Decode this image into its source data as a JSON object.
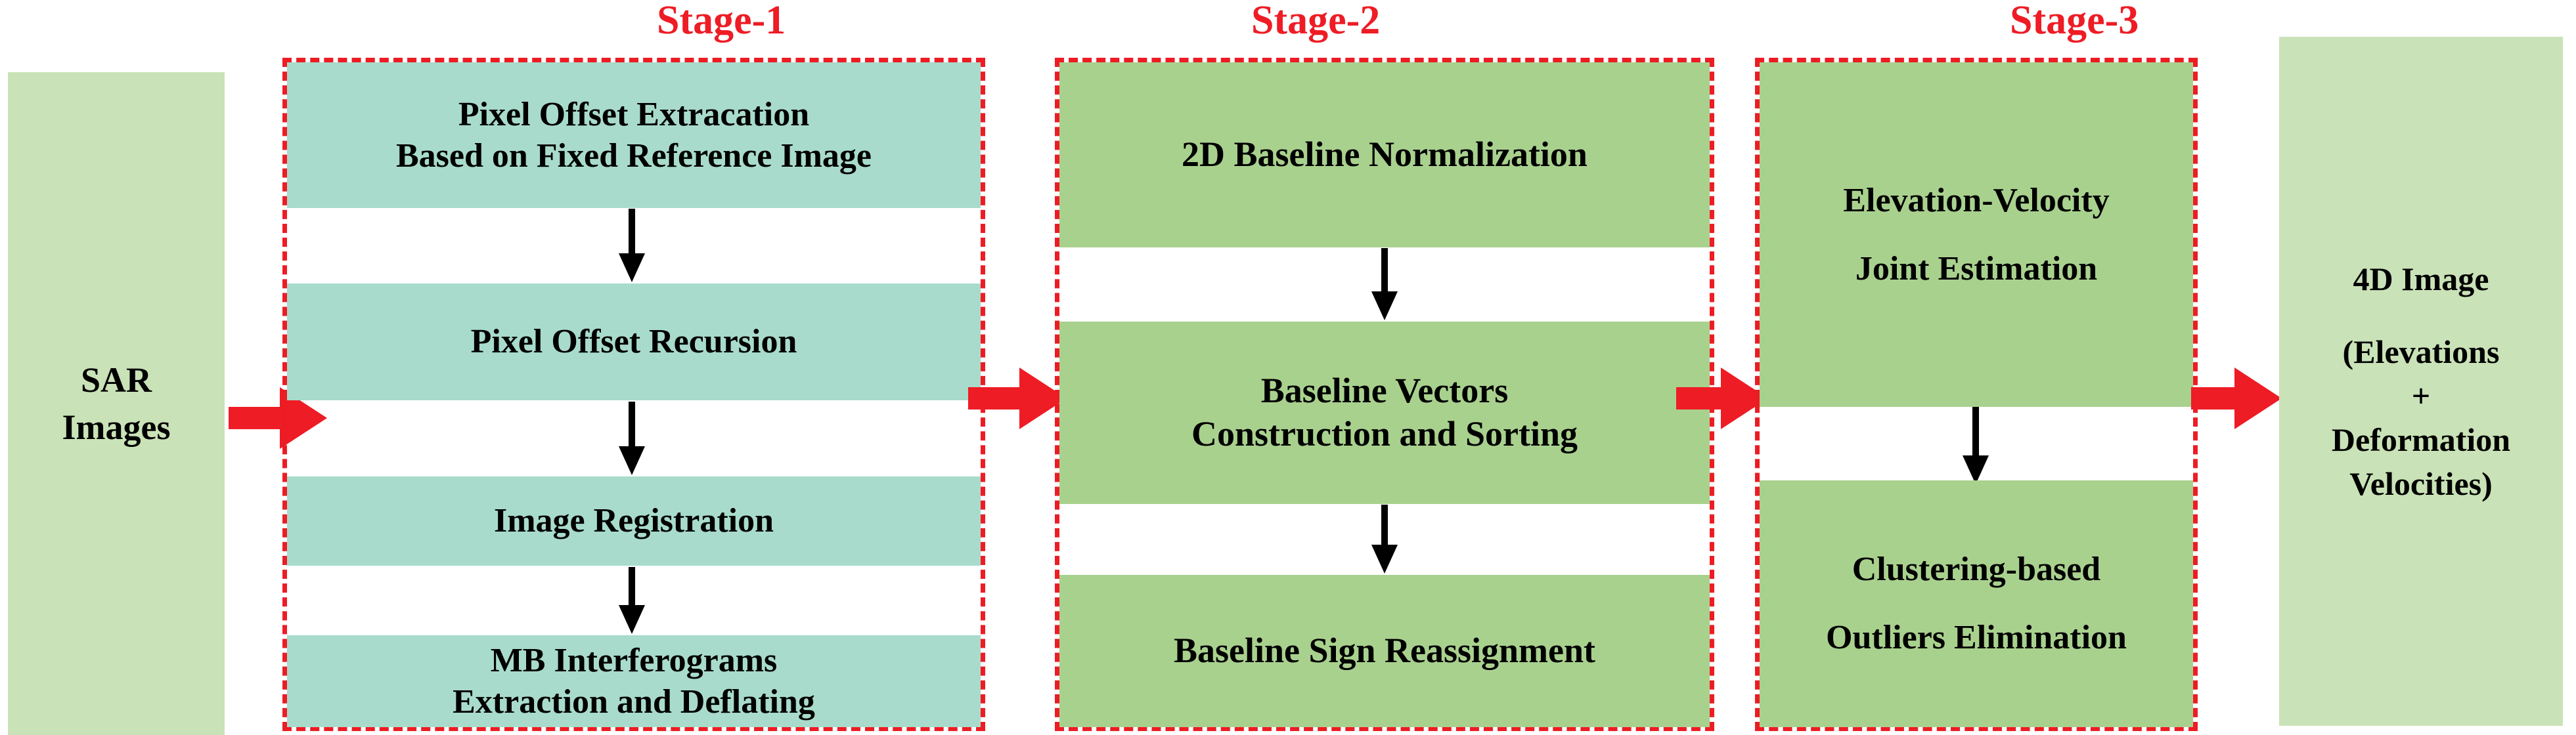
{
  "diagram": {
    "title": "SAR 4D imaging processing chain",
    "colors": {
      "stage_border": "#ed1c24",
      "stage_label": "#ee1c25",
      "arrow_red": "#ee1c25",
      "arrow_black": "#000000",
      "panel_light_green": "#c9e2b7",
      "step_teal": "#a8dbcb",
      "step_green": "#a9d18e",
      "background": "#ffffff"
    }
  },
  "input_panel": {
    "name": "SAR Images",
    "lines": [
      "SAR",
      "Images"
    ]
  },
  "output_panel": {
    "name": "4D Image",
    "lines": [
      "4D Image",
      "(Elevations",
      "+",
      "Deformation",
      "Velocities)"
    ]
  },
  "stages": [
    {
      "label": "Stage-1",
      "steps": [
        {
          "lines": [
            "Pixel Offset Extracation",
            "Based on Fixed Reference Image"
          ]
        },
        {
          "lines": [
            "Pixel Offset Recursion"
          ]
        },
        {
          "lines": [
            "Image Registration"
          ]
        },
        {
          "lines": [
            "MB Interferograms",
            "Extraction and Deflating"
          ]
        }
      ]
    },
    {
      "label": "Stage-2",
      "steps": [
        {
          "lines": [
            "2D Baseline Normalization"
          ]
        },
        {
          "lines": [
            "Baseline Vectors",
            "Construction and Sorting"
          ]
        },
        {
          "lines": [
            "Baseline Sign Reassignment"
          ]
        }
      ]
    },
    {
      "label": "Stage-3",
      "steps": [
        {
          "lines": [
            "Elevation-Velocity",
            "Joint Estimation"
          ]
        },
        {
          "lines": [
            "Clustering-based",
            "Outliers Elimination"
          ]
        }
      ]
    }
  ],
  "connectors": {
    "red_arrows": [
      "input-to-stage-1",
      "stage-1-to-stage-2",
      "stage-2-to-stage-3",
      "stage-3-to-output"
    ],
    "black_arrows": [
      "s1-step1-to-step2",
      "s1-step2-to-step3",
      "s1-step3-to-step4",
      "s2-step1-to-step2",
      "s2-step2-to-step3",
      "s3-step1-to-step2"
    ]
  }
}
